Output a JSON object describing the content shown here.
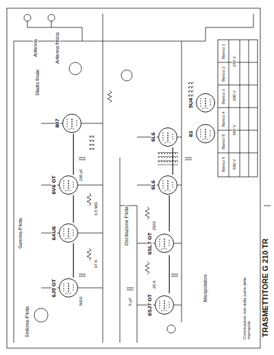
{
  "diagram": {
    "title": "TRASMETTITORE G 210 TR",
    "caption": "Commutatori visti dalla parte della manopola",
    "nodes": [
      {
        "text": [
          "6J5 GT"
        ]
      },
      {
        "text": [
          "6AU6"
        ]
      },
      {
        "text": [
          "6V6 GT"
        ]
      },
      {
        "text": [
          "807"
        ]
      },
      {
        "text": [
          "6SJ7 GT"
        ]
      },
      {
        "text": [
          "6SL7 GT"
        ]
      },
      {
        "text": [
          "6L6"
        ]
      },
      {
        "text": [
          "6L6"
        ]
      },
      {
        "text": [
          "83"
        ]
      },
      {
        "text": [
          "5U4"
        ]
      }
    ],
    "edges": [
      {
        "from": 0,
        "to": 1,
        "arrow": "none"
      },
      {
        "from": 1,
        "to": 2,
        "arrow": "none"
      },
      {
        "from": 2,
        "to": 3,
        "arrow": "none"
      },
      {
        "from": 4,
        "to": 5,
        "arrow": "none"
      },
      {
        "from": 5,
        "to": 6,
        "arrow": "none"
      },
      {
        "from": 6,
        "to": 7,
        "arrow": "none"
      }
    ],
    "labels": [
      "Antenna",
      "Antenna fittizia",
      "Stadio finale",
      "Gamma-Pilota",
      "Sintonia-Pilota",
      "Oscillazione Pilota",
      "Manipolatore",
      "Banco 1",
      "Banco 2",
      "Banco 3",
      "Banco 4",
      "Banco 5",
      "Banco 6",
      "100 pF",
      "5000",
      "47 K",
      "0,5 MΩ",
      "8 μF",
      "20 K",
      "2500",
      "250 V",
      "300 V",
      "400 V",
      "600 V"
    ]
  }
}
